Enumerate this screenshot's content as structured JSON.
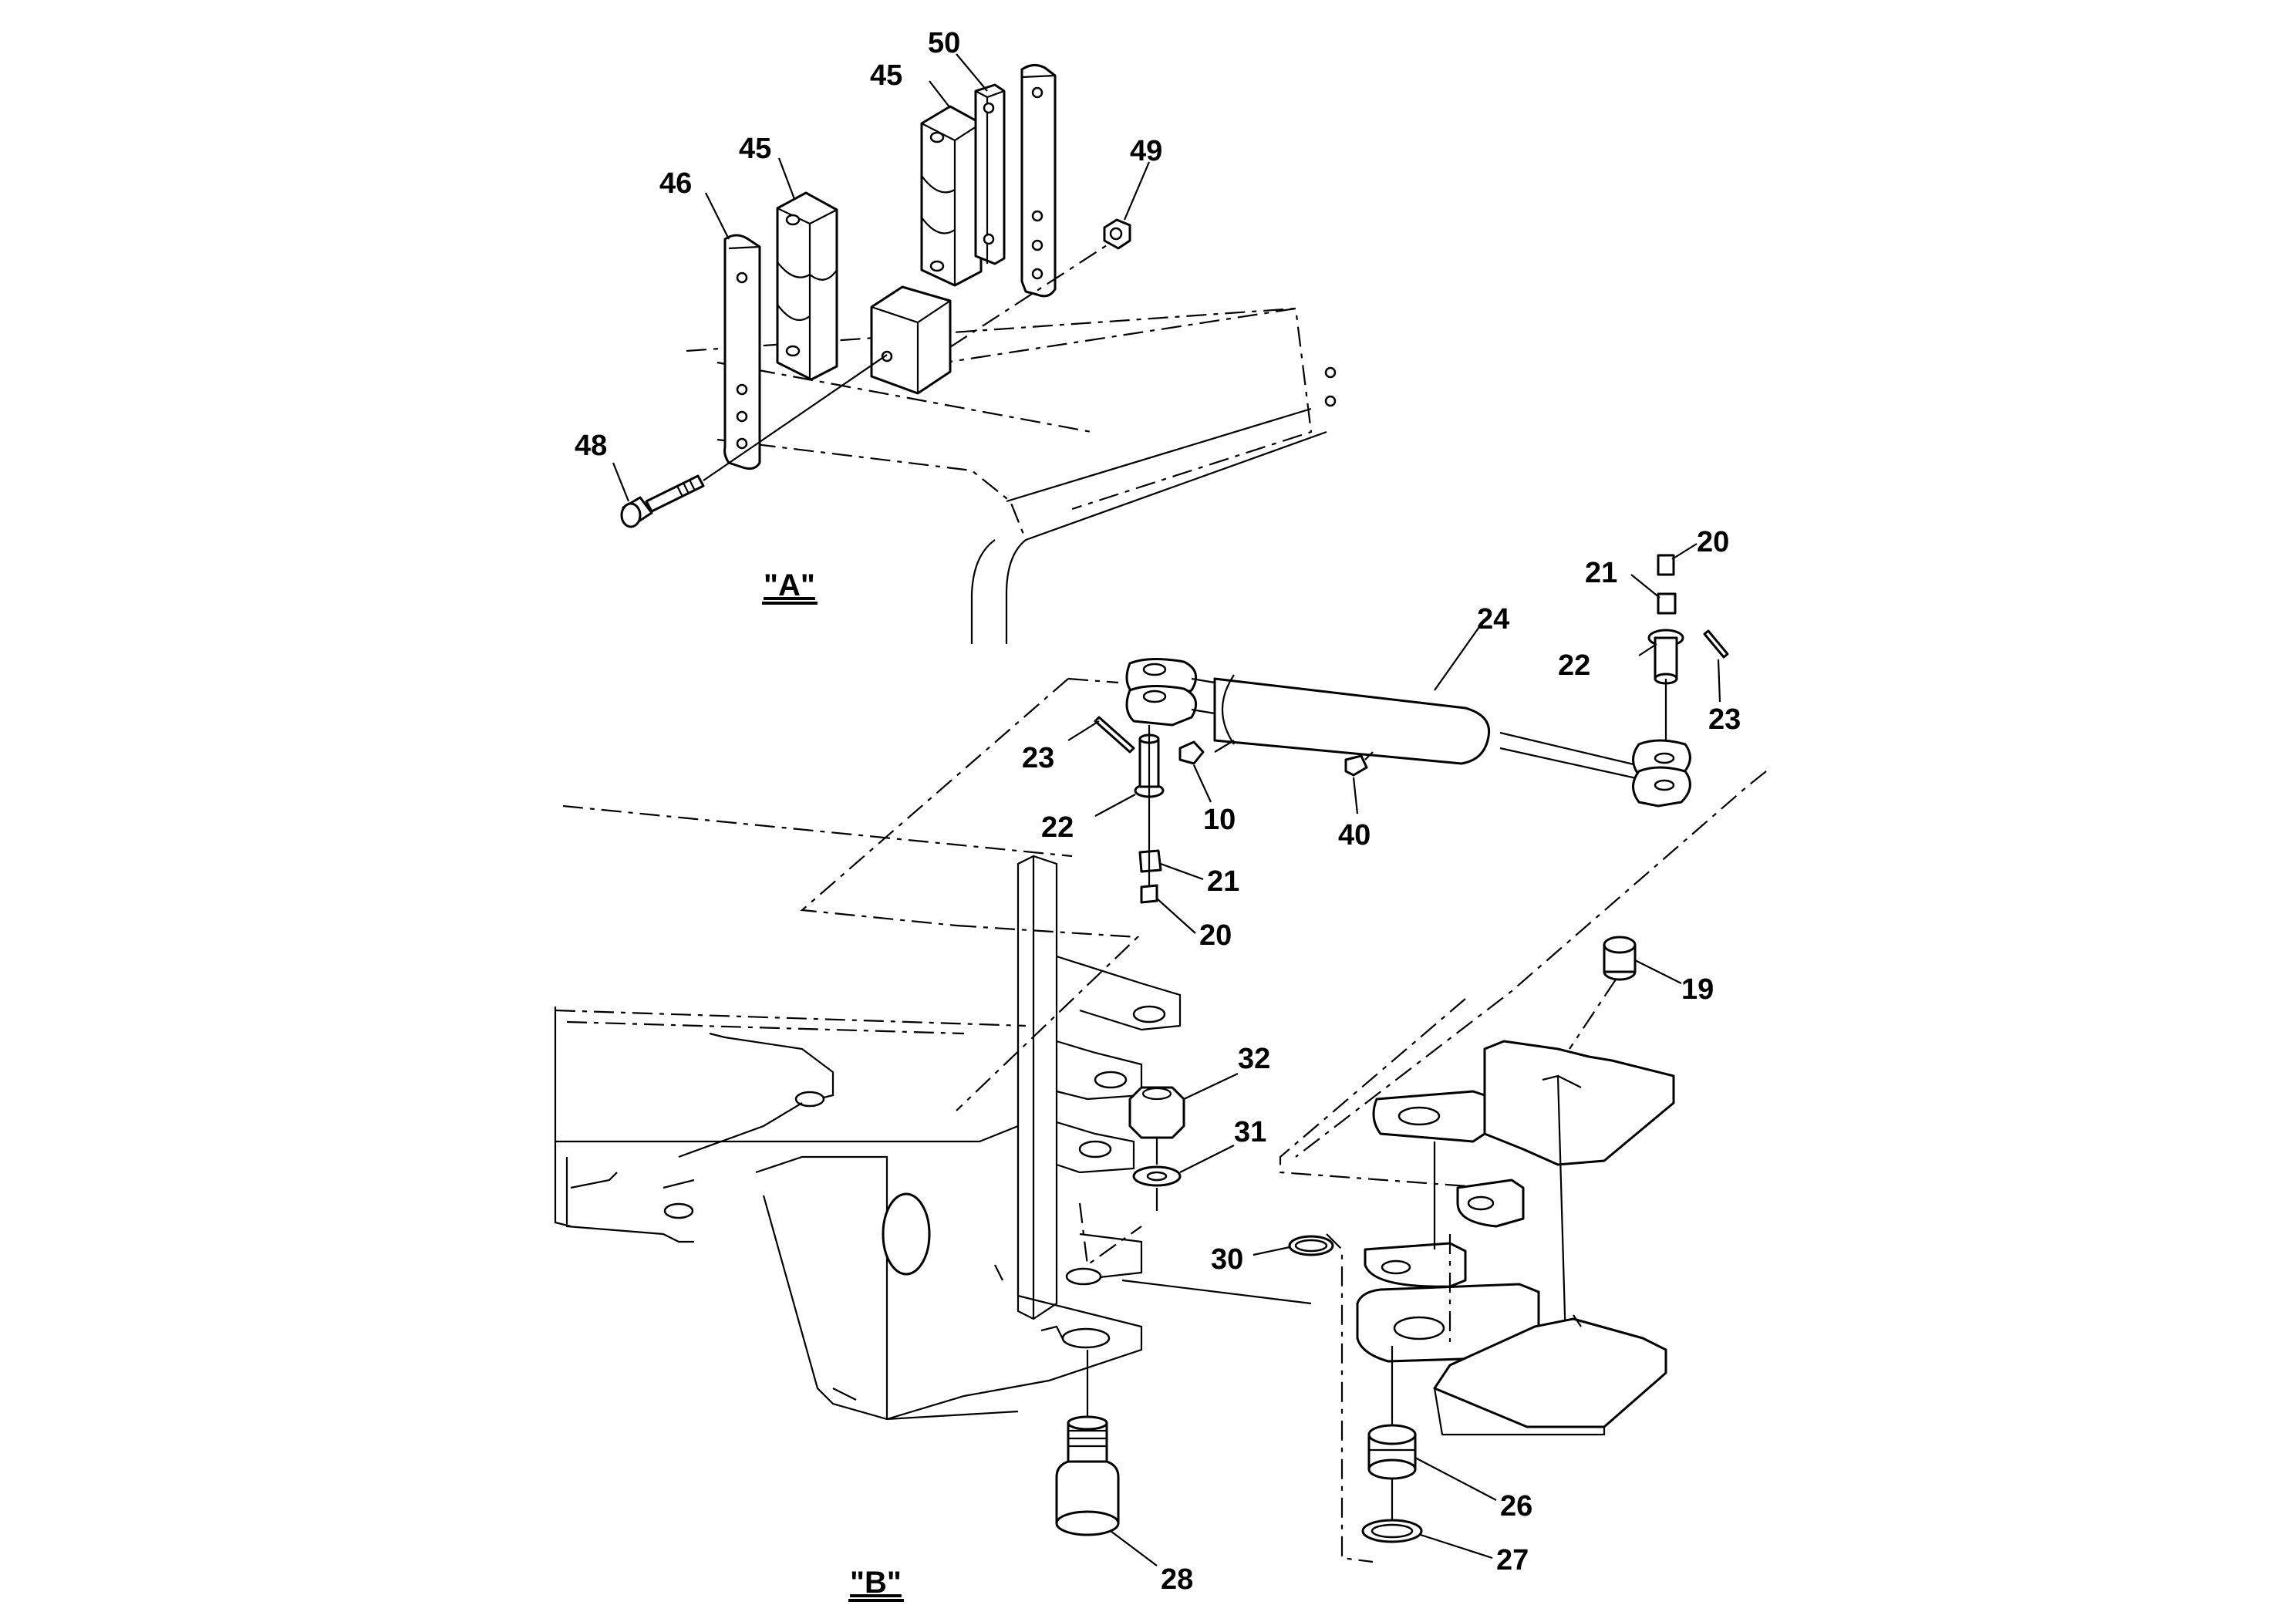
{
  "views": [
    {
      "id": "view-a",
      "label": "\"A\""
    },
    {
      "id": "view-b",
      "label": "\"B\""
    }
  ],
  "callouts": [
    {
      "id": "c50",
      "text": "50"
    },
    {
      "id": "c45a",
      "text": "45"
    },
    {
      "id": "c45b",
      "text": "45"
    },
    {
      "id": "c46",
      "text": "46"
    },
    {
      "id": "c49",
      "text": "49"
    },
    {
      "id": "c48",
      "text": "48"
    },
    {
      "id": "c20a",
      "text": "20"
    },
    {
      "id": "c21a",
      "text": "21"
    },
    {
      "id": "c24",
      "text": "24"
    },
    {
      "id": "c22a",
      "text": "22"
    },
    {
      "id": "c23a",
      "text": "23"
    },
    {
      "id": "c23b",
      "text": "23"
    },
    {
      "id": "c10",
      "text": "10"
    },
    {
      "id": "c22b",
      "text": "22"
    },
    {
      "id": "c40",
      "text": "40"
    },
    {
      "id": "c21b",
      "text": "21"
    },
    {
      "id": "c20b",
      "text": "20"
    },
    {
      "id": "c19",
      "text": "19"
    },
    {
      "id": "c32",
      "text": "32"
    },
    {
      "id": "c31",
      "text": "31"
    },
    {
      "id": "c30",
      "text": "30"
    },
    {
      "id": "c26",
      "text": "26"
    },
    {
      "id": "c27",
      "text": "27"
    },
    {
      "id": "c28",
      "text": "28"
    }
  ]
}
